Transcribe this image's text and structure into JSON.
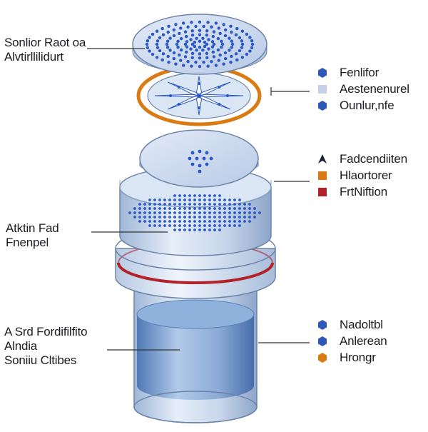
{
  "callouts_left": [
    {
      "lines": [
        "Sonlior Raot oa",
        "Alvtirllilidurt"
      ]
    },
    {
      "lines": [
        "Atktin Fad",
        "Fnenpel"
      ]
    },
    {
      "lines": [
        "A Srd Fordifilfito",
        "Alndia",
        "Soniiu Cltibes"
      ]
    }
  ],
  "legend_groups": [
    {
      "items": [
        {
          "label": "Fenlifor",
          "marker": "hexagon",
          "color": "#2e58b8"
        },
        {
          "label": "Aestenenurel",
          "marker": "square",
          "color": "#c5cfe9"
        },
        {
          "label": "Ounlur,nfe",
          "marker": "hexagon",
          "color": "#2e58b8"
        }
      ]
    },
    {
      "items": [
        {
          "label": "Fadcendiiten",
          "marker": "arrow",
          "color": "#1c2236"
        },
        {
          "label": "Hlaortorer",
          "marker": "square",
          "color": "#d97a12"
        },
        {
          "label": "FrtNiftion",
          "marker": "square",
          "color": "#b2222a"
        }
      ]
    },
    {
      "items": [
        {
          "label": "Nadoltbl",
          "marker": "hexagon",
          "color": "#2e58b8"
        },
        {
          "label": "Anlerean",
          "marker": "hexagon",
          "color": "#2e58b8"
        },
        {
          "label": "Hrongr",
          "marker": "hexagon",
          "color": "#d97a12"
        }
      ]
    }
  ],
  "colors": {
    "disc_fill": "#c9d8ee",
    "disc_edge": "#6c83a8",
    "perforation": "#2a58c4",
    "orange_ring": "#d97a12",
    "red_ring": "#b2222a",
    "glass": "#8fb2dc",
    "leader": "#333333"
  }
}
